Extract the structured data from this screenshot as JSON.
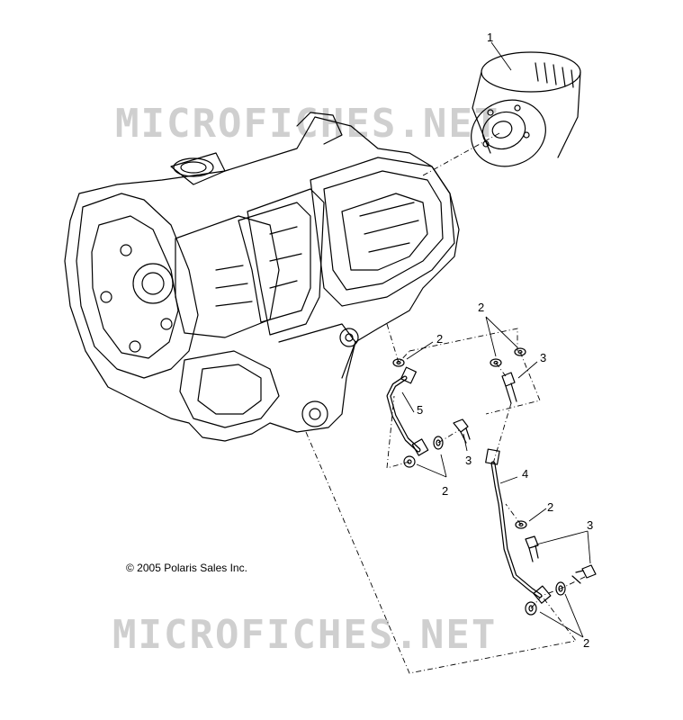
{
  "watermarks": [
    "MICROFICHES.NET",
    "MICROFICHES.NET"
  ],
  "copyright": "© 2005 Polaris Sales Inc.",
  "callouts": [
    {
      "id": "c1",
      "text": "1"
    },
    {
      "id": "c2a",
      "text": "2"
    },
    {
      "id": "c2b",
      "text": "2"
    },
    {
      "id": "c3a",
      "text": "3"
    },
    {
      "id": "c5",
      "text": "5"
    },
    {
      "id": "c3b",
      "text": "3"
    },
    {
      "id": "c2c",
      "text": "2"
    },
    {
      "id": "c4",
      "text": "4"
    },
    {
      "id": "c2d",
      "text": "2"
    },
    {
      "id": "c3c",
      "text": "3"
    },
    {
      "id": "c2e",
      "text": "2"
    }
  ],
  "parts": [
    "oil-filter",
    "engine-crankcase",
    "oil-line-upper",
    "oil-line-lower",
    "banjo-bolt",
    "sealing-washer"
  ]
}
